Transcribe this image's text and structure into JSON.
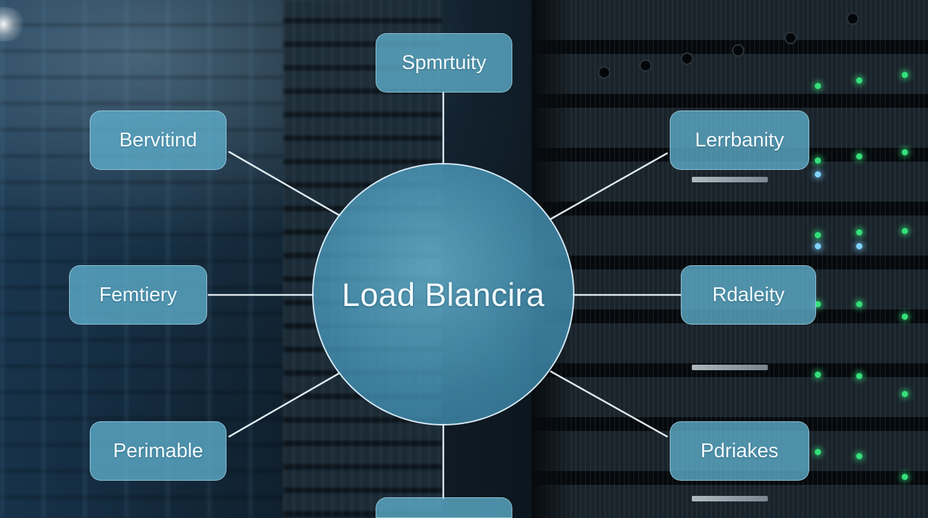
{
  "diagram": {
    "hub": {
      "label": "Load Blancira"
    },
    "nodes": {
      "top": "Spmrtuity",
      "upper_left": "Bervitind",
      "mid_left": "Femtiery",
      "lower_left": "Perimable",
      "upper_right": "Lerrbanity",
      "mid_right": "Rdaleity",
      "lower_right": "Pdriakes",
      "bottom": ""
    }
  },
  "colors": {
    "node_fill": "#5fafcd",
    "hub_fill": "#4696b9",
    "connector": "#e8f4fa",
    "led_green": "#34e07a"
  }
}
